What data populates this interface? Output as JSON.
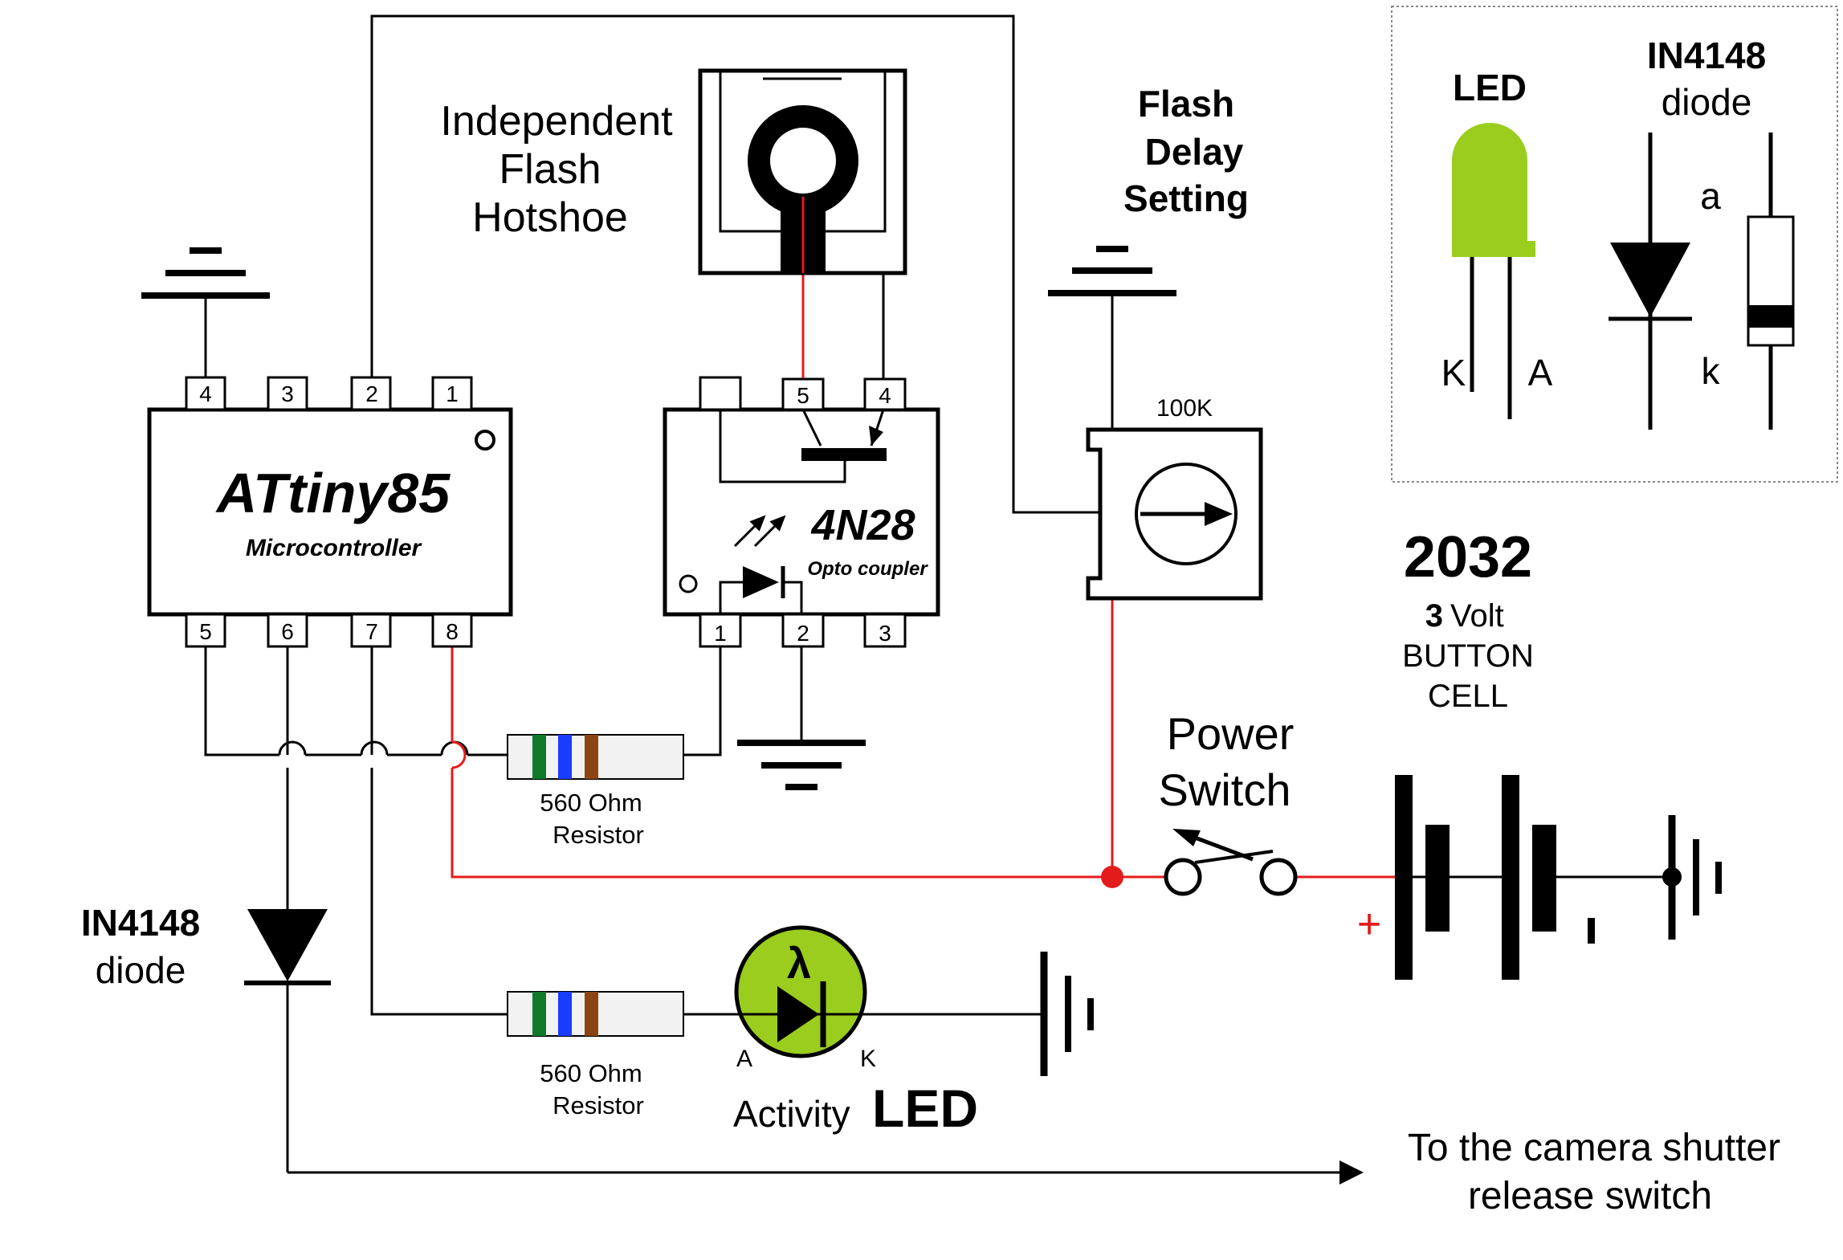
{
  "microcontroller": {
    "name": "ATtiny85",
    "subtitle": "Microcontroller",
    "top_pins": [
      "4",
      "3",
      "2",
      "1"
    ],
    "bottom_pins": [
      "5",
      "6",
      "7",
      "8"
    ]
  },
  "optocoupler": {
    "name": "4N28",
    "subtitle": "Opto coupler",
    "top_pins": [
      "5",
      "4"
    ],
    "bottom_pins": [
      "1",
      "2",
      "3"
    ]
  },
  "hotshoe": {
    "line1": "Independent",
    "line2": "Flash",
    "line3": "Hotshoe"
  },
  "flash_delay": {
    "line1": "Flash",
    "line2": "Delay",
    "line3": "Setting"
  },
  "potentiometer": {
    "value": "100K"
  },
  "resistor_top": {
    "line1": "560 Ohm",
    "line2": "Resistor"
  },
  "resistor_bottom": {
    "line1": "560 Ohm",
    "line2": "Resistor"
  },
  "power_switch": {
    "line1": "Power",
    "line2": "Switch"
  },
  "battery": {
    "model": "2032",
    "volt_number": "3",
    "volt_unit": "Volt",
    "line2": "BUTTON",
    "line3": "CELL",
    "plus": "+"
  },
  "diode_main": {
    "line1": "IN4148",
    "line2": "diode"
  },
  "activity_led": {
    "word1": "Activity",
    "word2": "LED",
    "anode": "A",
    "cathode": "K",
    "lambda": "λ"
  },
  "output": {
    "line1": "To the camera shutter",
    "line2": "release switch"
  },
  "legend": {
    "led_title": "LED",
    "led_k": "K",
    "led_a": "A",
    "diode_title": "IN4148",
    "diode_sub": "diode",
    "diode_a": "a",
    "diode_k": "k"
  },
  "colors": {
    "wire": "#000000",
    "power_wire": "#e41b1b",
    "led_green": "#9acd1e",
    "resistor_body": "#f2f2f2"
  }
}
